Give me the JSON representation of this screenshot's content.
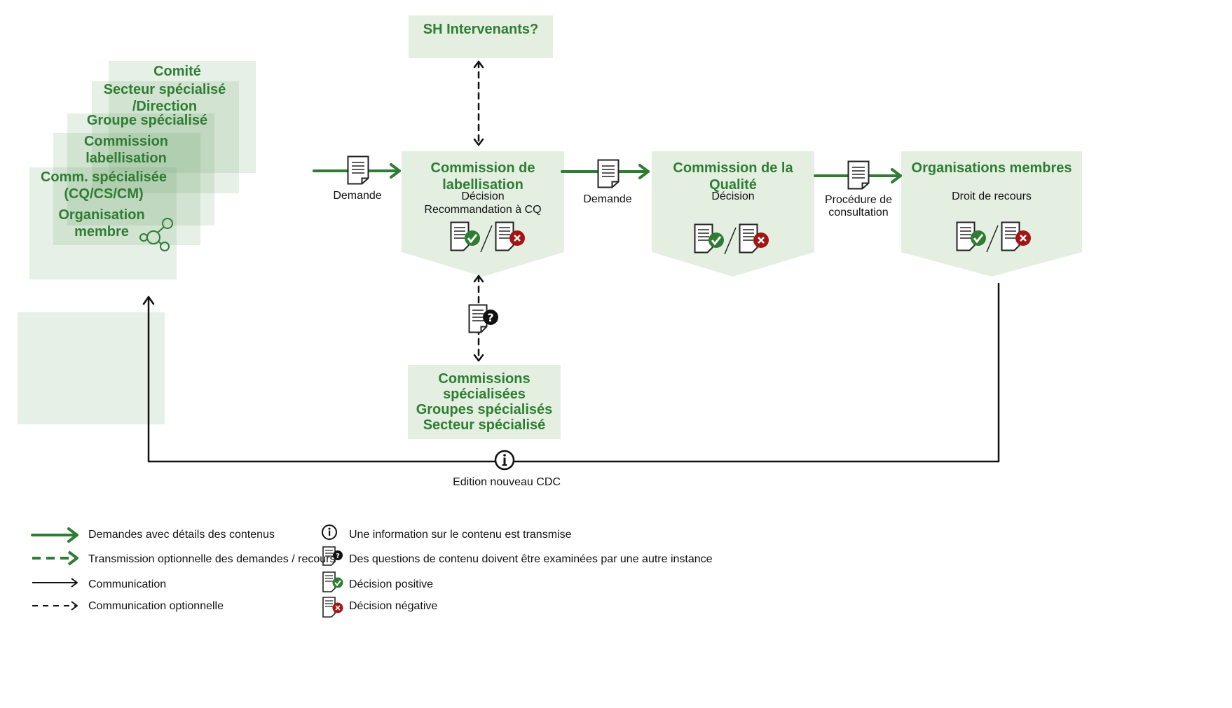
{
  "stack": {
    "comite": "Comité",
    "secteur": "Secteur spécialisé\n/Direction",
    "groupe": "Groupe spécialisé",
    "commission": "Commission\nlabellisation",
    "comm_specialisee": "Comm. spécialisée\n(CQ/CS/CM)",
    "organisation": "Organisation\nmembre"
  },
  "sh_box": {
    "title": "SH Intervenants?"
  },
  "cl_box": {
    "title": "Commission de\nlabellisation",
    "subtitle": "Décision\nRecommandation à CQ"
  },
  "cq_box": {
    "title": "Commission de la\nQualité",
    "subtitle": "Décision"
  },
  "om_box": {
    "title": "Organisations membres",
    "subtitle": "Droit de recours"
  },
  "cs_box": {
    "title": "Commissions\nspécialisées\nGroupes spécialisés\nSecteur spécialisé"
  },
  "flow": {
    "demande1": "Demande",
    "demande2": "Demande",
    "procedure": "Procédure de\nconsultation",
    "edition": "Edition nouveau CDC"
  },
  "legend": {
    "solid_green": "Demandes avec détails des contenus",
    "dashed_green": "Transmission optionnelle des demandes / recours",
    "solid_black": "Communication",
    "dashed_black": "Communication optionnelle",
    "info": "Une information sur le contenu est transmise",
    "question": "Des questions de contenu doivent être examinées par une autre instance",
    "positive": "Décision positive",
    "negative": "Décision négative"
  },
  "colors": {
    "green": "#2e7d32",
    "box_fill": "#e4efe2",
    "positive": "#2e7d32",
    "negative": "#a31515"
  }
}
